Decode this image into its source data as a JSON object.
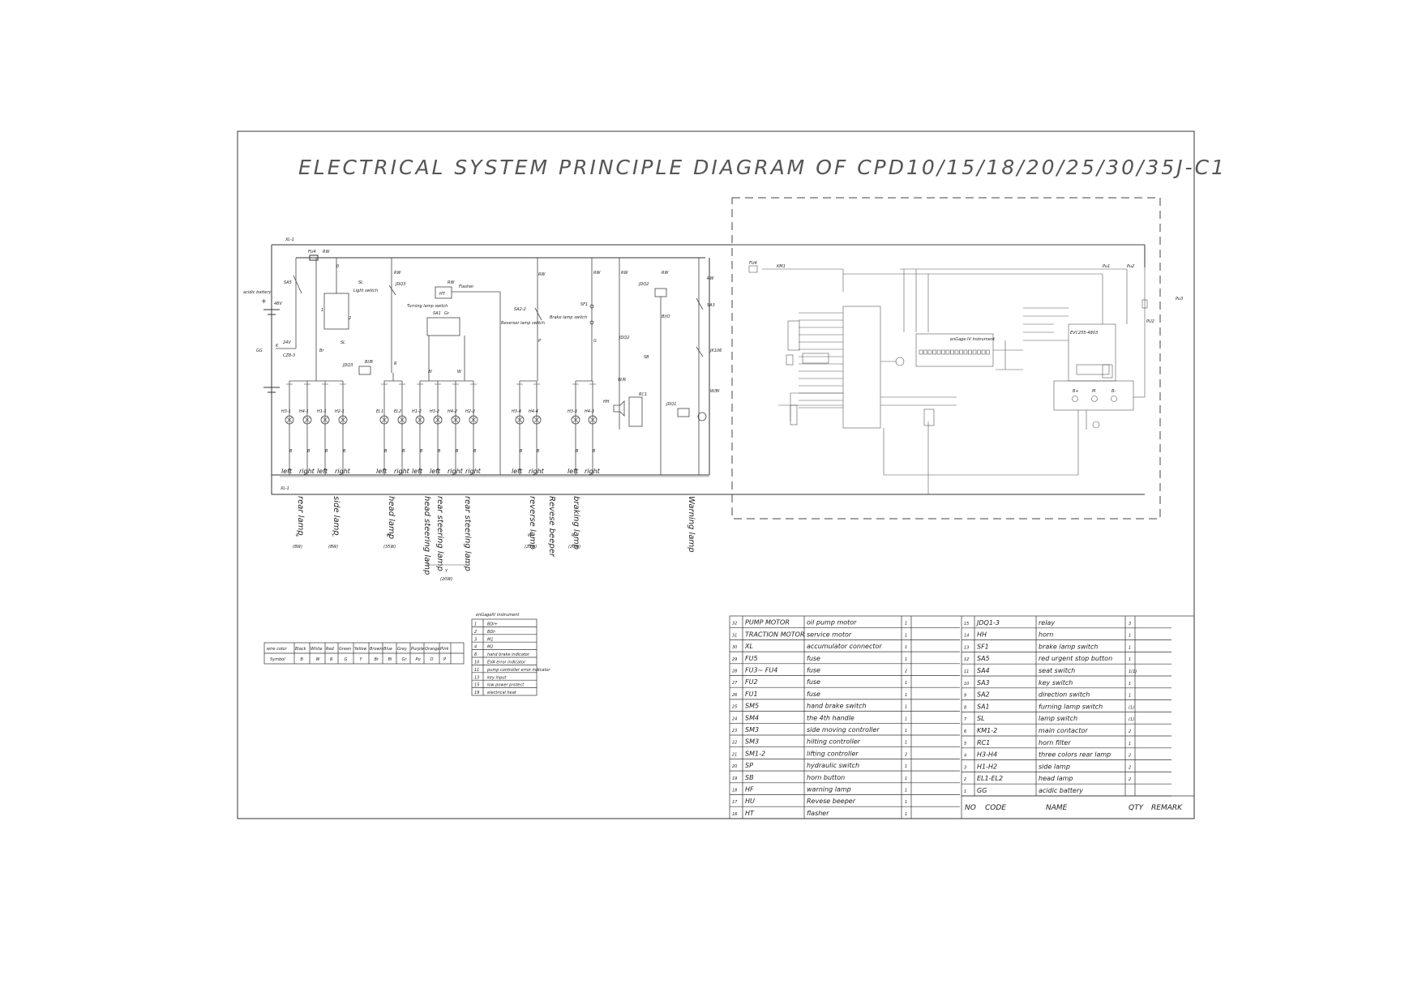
{
  "title": "ELECTRICAL SYSTEM PRINCIPLE DIAGRAM OF CPD10/15/18/20/25/30/35J-C1",
  "circuit": {
    "top_connector": "XL-1",
    "bottom_connector": "XL-1",
    "fuse_fu4": "FU4",
    "fuse_rw": "RW",
    "battery_label": "acidic battery",
    "battery_plus": "+",
    "battery_voltage": "48V",
    "battery_code": "GG",
    "converter_label": "24V",
    "converter_code": "CZ8-3",
    "k_label": "K",
    "sa5": "SA5",
    "sl": "SL",
    "sl_desc": "Light switch",
    "sl_pos0": "0",
    "sl_pos1": "1",
    "sl_pos2": "2",
    "sl_bottom": "SL",
    "br": "Br",
    "jdq3": "JDQ3",
    "jdq3_coil": "JDQ3",
    "bl_b": "Bl/B",
    "ht": "HT",
    "flasher": "Flasher",
    "sa1": "SA1",
    "sa1_desc": "Turning lamp switch",
    "gr": "Gr",
    "sa2": "SA2-2",
    "sa2_desc": "Reverser lamp switch",
    "sf1": "SF1",
    "sf1_desc": "Brake lamp switch",
    "jdq2": "JDQ2",
    "jdq2_coil": "JDQ2",
    "jdq1": "JDQ1",
    "sb": "SB",
    "bl_o": "Bl/O",
    "sa3": "SA3",
    "jk106": "JK106",
    "w_bl": "W/Bl",
    "hh": "HH",
    "rc1": "RC1",
    "wr": "W/R",
    "wire_rw": "RW",
    "wire_r": "R",
    "wire_bl": "Bl",
    "wire_w": "W",
    "wire_p": "P",
    "wire_g": "G",
    "wire_b": "B",
    "lamps": [
      {
        "code": "H3-1",
        "side": "left"
      },
      {
        "code": "H4-1",
        "side": "right"
      },
      {
        "code": "H1-1",
        "side": "left"
      },
      {
        "code": "H2-1",
        "side": "right"
      },
      {
        "code": "EL1",
        "side": "left"
      },
      {
        "code": "EL2",
        "side": "right"
      },
      {
        "code": "H1-2",
        "side": "left"
      },
      {
        "code": "H3-2",
        "side": "left"
      },
      {
        "code": "H4-2",
        "side": "right"
      },
      {
        "code": "H2-2",
        "side": "right"
      },
      {
        "code": "H3-4",
        "side": "left"
      },
      {
        "code": "H4-4",
        "side": "right"
      },
      {
        "code": "H3-3",
        "side": "left"
      },
      {
        "code": "H4-3",
        "side": "right"
      }
    ],
    "groups": [
      {
        "name": "rear lamp",
        "spec": "(8W)",
        "color": "R"
      },
      {
        "name": "side lamp",
        "spec": "(8W)",
        "color": "Y"
      },
      {
        "name": "head lamp",
        "spec": "(35W)",
        "color": "W"
      },
      {
        "name": "head steering lamp",
        "spec": "",
        "color": ""
      },
      {
        "name": "rear steering lamp",
        "spec": "",
        "color": ""
      },
      {
        "name": "rear steering lamp",
        "spec": "",
        "color": ""
      },
      {
        "name": "reverse lamp",
        "spec": "(20W)",
        "color": "W"
      },
      {
        "name": "Revese beeper",
        "spec": "",
        "color": ""
      },
      {
        "name": "braking lamp",
        "spec": "(20W)",
        "color": "R"
      },
      {
        "name": "Warning lamp",
        "spec": "",
        "color": ""
      }
    ],
    "steering_spec": "(20W)",
    "steering_color": "Y"
  },
  "controller": {
    "fu_label": "FU4",
    "relay_label": "KM1",
    "instrument_label": "enGage IV instrument",
    "evc_label": "EVC255-4803",
    "connector_labels": [
      "B+",
      "M",
      "B-"
    ],
    "pu_labels": [
      "Pu1",
      "Pu2",
      "Pu3"
    ],
    "side_labels": [
      "PU2"
    ]
  },
  "wire_color_table": {
    "header_label": "wire color",
    "symbol_label": "Symbol",
    "colors": [
      "Black",
      "White",
      "Red",
      "Green",
      "Yellow",
      "Brown",
      "Blue",
      "Grey",
      "Purple",
      "Orange",
      "Pink"
    ],
    "symbols": [
      "B",
      "W",
      "R",
      "G",
      "Y",
      "Br",
      "Bl",
      "Gr",
      "Pu",
      "O",
      "P"
    ]
  },
  "instrument_table": {
    "title": "enGageIV instrument",
    "rows": [
      {
        "no": "1",
        "name": "BDI+"
      },
      {
        "no": "2",
        "name": "BDI-"
      },
      {
        "no": "3",
        "name": "M1"
      },
      {
        "no": "4",
        "name": "M2"
      },
      {
        "no": "8",
        "name": "hand brake indicator"
      },
      {
        "no": "10",
        "name": "EVA error indicator"
      },
      {
        "no": "11",
        "name": "pump controller error indicator"
      },
      {
        "no": "13",
        "name": "key input"
      },
      {
        "no": "15",
        "name": "low power protect"
      },
      {
        "no": "19",
        "name": "electrical heat"
      }
    ]
  },
  "parts_left": [
    {
      "no": "32",
      "code": "PUMP MOTOR",
      "name": "oil pump motor",
      "qty": "1"
    },
    {
      "no": "31",
      "code": "TRACTION MOTOR",
      "name": "service motor",
      "qty": "1"
    },
    {
      "no": "30",
      "code": "XL",
      "name": "accumulator connector",
      "qty": "1"
    },
    {
      "no": "29",
      "code": "FU5",
      "name": "fuse",
      "qty": "1"
    },
    {
      "no": "28",
      "code": "FU3~ FU4",
      "name": "fuse",
      "qty": "2"
    },
    {
      "no": "27",
      "code": "FU2",
      "name": "fuse",
      "qty": "1"
    },
    {
      "no": "26",
      "code": "FU1",
      "name": "fuse",
      "qty": "1"
    },
    {
      "no": "25",
      "code": "SM5",
      "name": "hand brake switch",
      "qty": "1"
    },
    {
      "no": "24",
      "code": "SM4",
      "name": "the 4th handle",
      "qty": "1"
    },
    {
      "no": "23",
      "code": "SM3",
      "name": "side moving controller",
      "qty": "1"
    },
    {
      "no": "22",
      "code": "SM3",
      "name": "hilting controller",
      "qty": "1"
    },
    {
      "no": "21",
      "code": "SM1-2",
      "name": "lifting controller",
      "qty": "2"
    },
    {
      "no": "20",
      "code": "SP",
      "name": "hydraulic switch",
      "qty": "1"
    },
    {
      "no": "19",
      "code": "SB",
      "name": "horn button",
      "qty": "1"
    },
    {
      "no": "18",
      "code": "HF",
      "name": "warning lamp",
      "qty": "1"
    },
    {
      "no": "17",
      "code": "HU",
      "name": "Revese beeper",
      "qty": "1"
    },
    {
      "no": "16",
      "code": "HT",
      "name": "flasher",
      "qty": "1"
    }
  ],
  "parts_right": [
    {
      "no": "15",
      "code": "JDQ1-3",
      "name": "relay",
      "qty": "3"
    },
    {
      "no": "14",
      "code": "HH",
      "name": "horn",
      "qty": "1"
    },
    {
      "no": "13",
      "code": "SF1",
      "name": "brake lamp switch",
      "qty": "1"
    },
    {
      "no": "12",
      "code": "SA5",
      "name": "red urgent stop button",
      "qty": "1"
    },
    {
      "no": "11",
      "code": "SA4",
      "name": "seat switch",
      "qty": "1(1)"
    },
    {
      "no": "10",
      "code": "SA3",
      "name": "key switch",
      "qty": "1"
    },
    {
      "no": "9",
      "code": "SA2",
      "name": "direction switch",
      "qty": "1"
    },
    {
      "no": "8",
      "code": "SA1",
      "name": "furning lamp switch",
      "qty": "(1)"
    },
    {
      "no": "7",
      "code": "SL",
      "name": "lamp switch",
      "qty": "(1)"
    },
    {
      "no": "6",
      "code": "KM1-2",
      "name": "main contactor",
      "qty": "2"
    },
    {
      "no": "5",
      "code": "RC1",
      "name": "horn filter",
      "qty": "1"
    },
    {
      "no": "4",
      "code": "H3-H4",
      "name": "three colors rear lamp",
      "qty": "2"
    },
    {
      "no": "3",
      "code": "H1-H2",
      "name": "side lamp",
      "qty": "2"
    },
    {
      "no": "2",
      "code": "EL1-EL2",
      "name": "head lamp",
      "qty": "2"
    },
    {
      "no": "1",
      "code": "GG",
      "name": "acidic battery",
      "qty": ""
    }
  ],
  "parts_header": {
    "no": "NO",
    "code": "CODE",
    "name": "NAME",
    "qty": "QTY",
    "remark": "REMARK"
  }
}
